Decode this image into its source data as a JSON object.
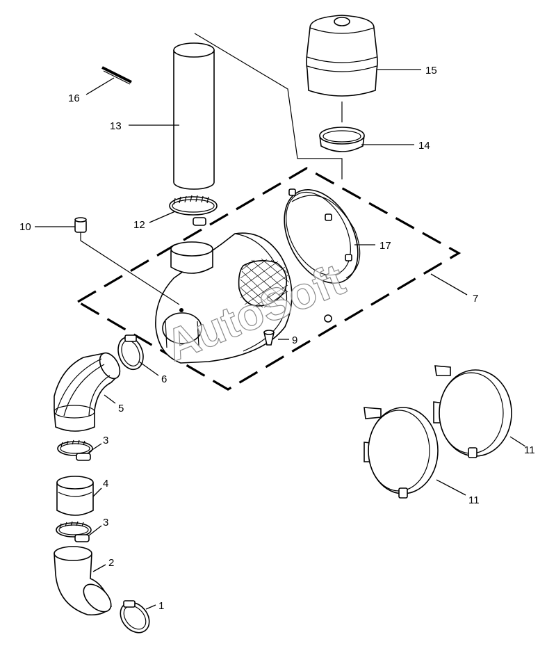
{
  "watermark": "AutoSoft",
  "callouts": [
    {
      "id": "c1",
      "text": "1"
    },
    {
      "id": "c2",
      "text": "2"
    },
    {
      "id": "c3a",
      "text": "3"
    },
    {
      "id": "c3b",
      "text": "3"
    },
    {
      "id": "c4",
      "text": "4"
    },
    {
      "id": "c5",
      "text": "5"
    },
    {
      "id": "c6",
      "text": "6"
    },
    {
      "id": "c7",
      "text": "7"
    },
    {
      "id": "c9",
      "text": "9"
    },
    {
      "id": "c10",
      "text": "10"
    },
    {
      "id": "c11a",
      "text": "11"
    },
    {
      "id": "c11b",
      "text": "11"
    },
    {
      "id": "c12",
      "text": "12"
    },
    {
      "id": "c13",
      "text": "13"
    },
    {
      "id": "c14",
      "text": "14"
    },
    {
      "id": "c15",
      "text": "15"
    },
    {
      "id": "c16",
      "text": "16"
    },
    {
      "id": "c17",
      "text": "17"
    }
  ]
}
